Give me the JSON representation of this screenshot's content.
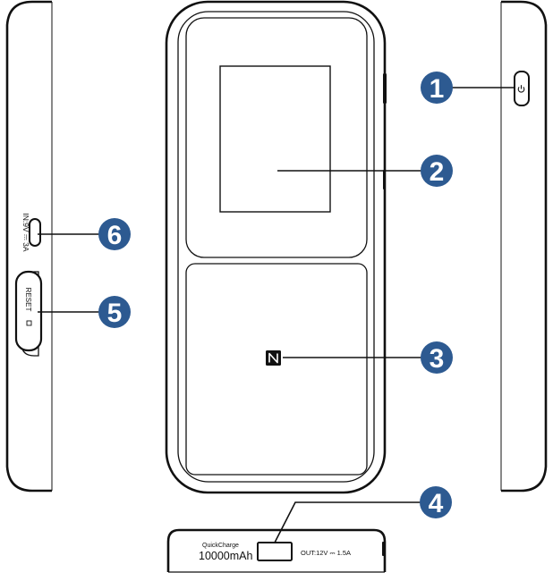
{
  "colors": {
    "outline": "#111111",
    "callout_fill": "#2d5a91",
    "callout_text": "#ffffff",
    "background": "#ffffff"
  },
  "callouts": {
    "c1": "1",
    "c2": "2",
    "c3": "3",
    "c4": "4",
    "c5": "5",
    "c6": "6"
  },
  "left_side": {
    "input_label": "IN:9V ⎓ 3A",
    "reset_label": "RESET"
  },
  "bottom_side": {
    "quickcharge_label": "QuickCharge",
    "capacity_label": "10000mAh",
    "output_label": "OUT:12V ⎓ 1.5A"
  },
  "icons": {
    "power": "power-icon",
    "nfc": "nfc-icon",
    "reset_pinhole": "pinhole-icon"
  }
}
